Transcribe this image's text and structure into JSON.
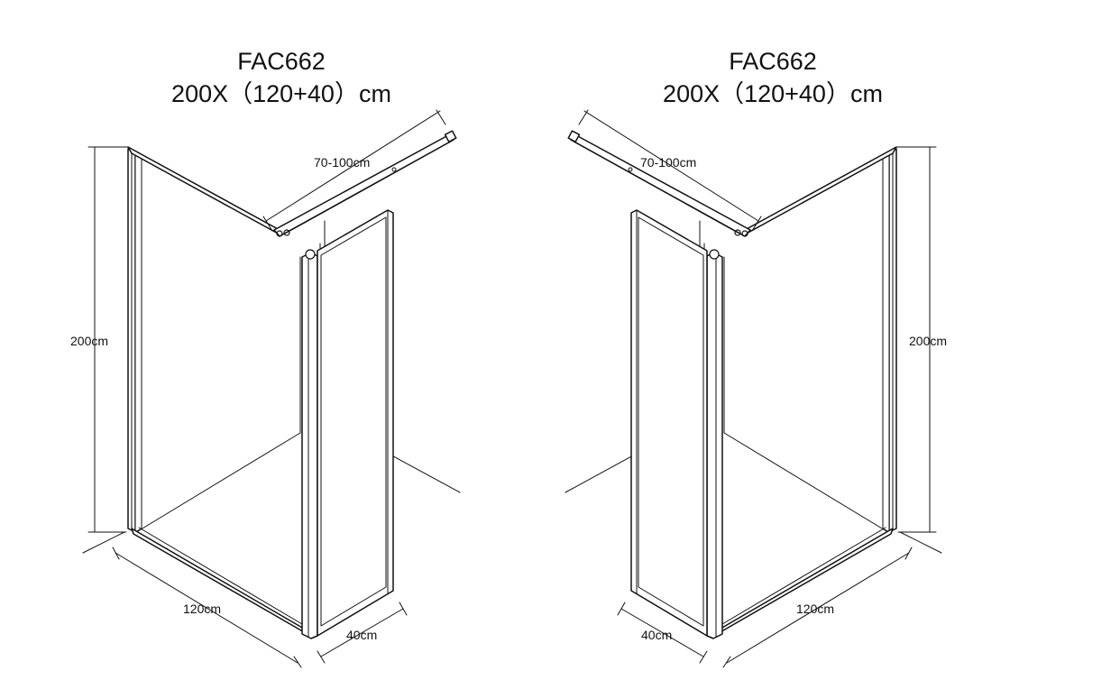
{
  "left_view": {
    "model": "FAC662",
    "size": "200X（120+40）cm",
    "dimensions": {
      "height": "200cm",
      "width": "120cm",
      "side": "40cm",
      "arm": "70-100cm"
    }
  },
  "right_view": {
    "model": "FAC662",
    "size": "200X（120+40）cm",
    "dimensions": {
      "height": "200cm",
      "width": "120cm",
      "side": "40cm",
      "arm": "70-100cm"
    }
  },
  "colors": {
    "line": "#111111",
    "frame": "#222222",
    "background": "#ffffff"
  }
}
